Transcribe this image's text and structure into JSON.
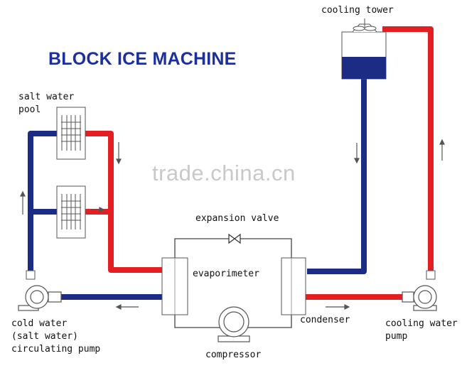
{
  "title": "BLOCK ICE MACHINE",
  "watermark": "trade.china.cn",
  "labels": {
    "cooling_tower": "cooling tower",
    "salt_water_pool": "salt water\npool",
    "expansion_valve": "expansion valve",
    "evaporimeter": "evaporimeter",
    "condenser": "condenser",
    "compressor": "compressor",
    "cold_water_pump": "cold water\n(salt water)\ncirculating pump",
    "cooling_water_pump": "cooling water\npump"
  },
  "colors": {
    "hot_pipe": "#e41f24",
    "cold_pipe": "#1c2c85",
    "title": "#1c2f9e",
    "tower_water": "#1c2c85"
  }
}
